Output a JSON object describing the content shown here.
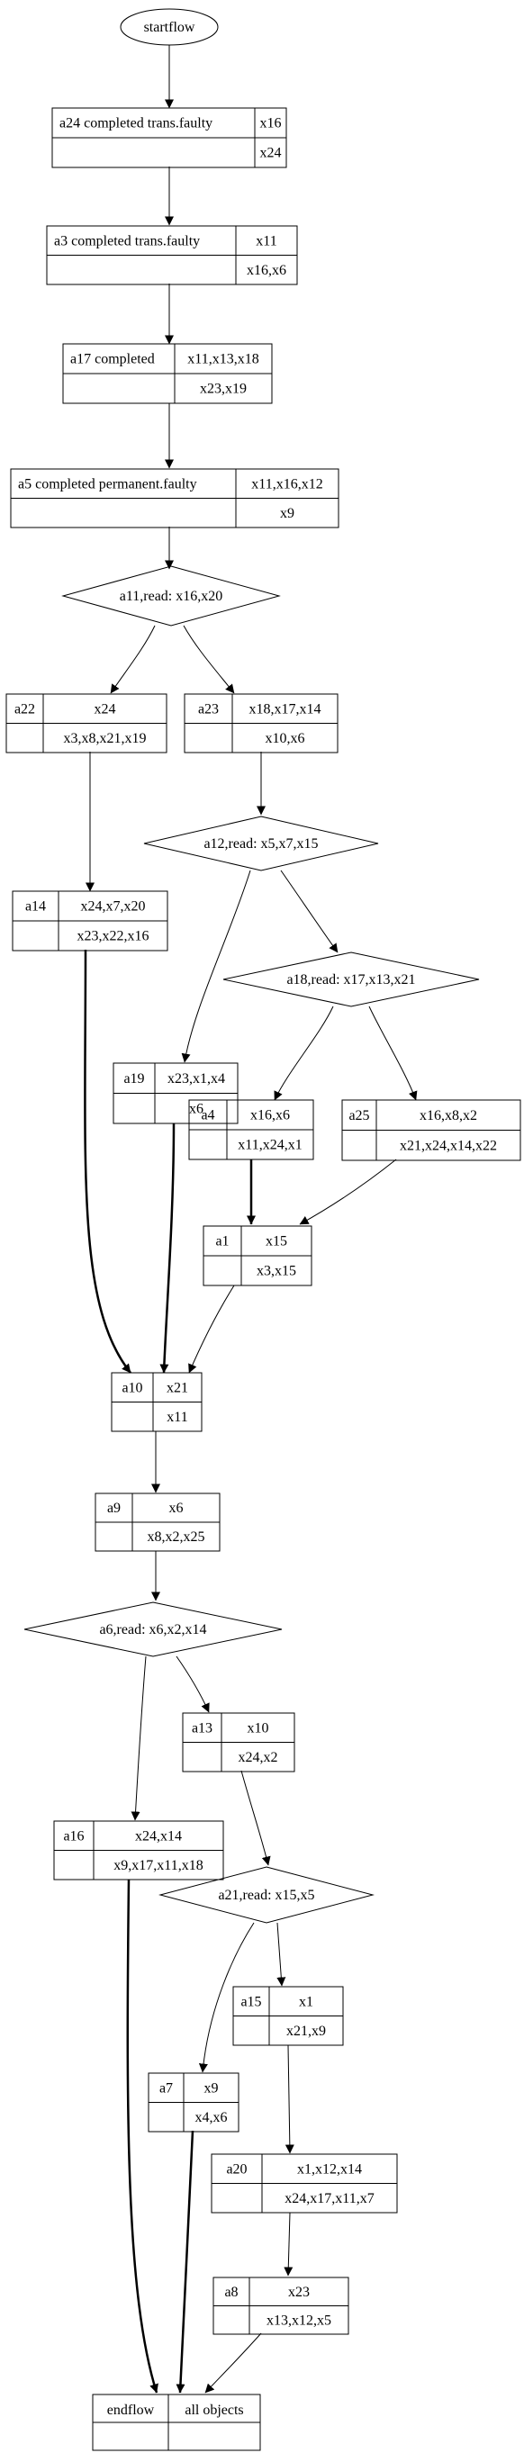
{
  "start": {
    "label": "startflow"
  },
  "end": {
    "label": "endflow",
    "value": "all objects"
  },
  "actions": {
    "a24": {
      "label": "a24 completed trans.faulty",
      "writes": "x16",
      "reads": "x24"
    },
    "a3": {
      "label": "a3 completed trans.faulty",
      "writes": "x11",
      "reads": "x16,x6"
    },
    "a17": {
      "label": "a17 completed",
      "writes": "x11,x13,x18",
      "reads": "x23,x19"
    },
    "a5": {
      "label": "a5 completed permanent.faulty",
      "writes": "x11,x16,x12",
      "reads": "x9"
    },
    "a22": {
      "label": "a22",
      "writes": "x24",
      "reads": "x3,x8,x21,x19"
    },
    "a23": {
      "label": "a23",
      "writes": "x18,x17,x14",
      "reads": "x10,x6"
    },
    "a14": {
      "label": "a14",
      "writes": "x24,x7,x20",
      "reads": "x23,x22,x16"
    },
    "a19": {
      "label": "a19",
      "writes": "x23,x1,x4",
      "reads": "x6"
    },
    "a4": {
      "label": "a4",
      "writes": "x16,x6",
      "reads": "x11,x24,x1"
    },
    "a25": {
      "label": "a25",
      "writes": "x16,x8,x2",
      "reads": "x21,x24,x14,x22"
    },
    "a1": {
      "label": "a1",
      "writes": "x15",
      "reads": "x3,x15"
    },
    "a10": {
      "label": "a10",
      "writes": "x21",
      "reads": "x11"
    },
    "a9": {
      "label": "a9",
      "writes": "x6",
      "reads": "x8,x2,x25"
    },
    "a13": {
      "label": "a13",
      "writes": "x10",
      "reads": "x24,x2"
    },
    "a16": {
      "label": "a16",
      "writes": "x24,x14",
      "reads": "x9,x17,x11,x18"
    },
    "a15": {
      "label": "a15",
      "writes": "x1",
      "reads": "x21,x9"
    },
    "a7": {
      "label": "a7",
      "writes": "x9",
      "reads": "x4,x6"
    },
    "a20": {
      "label": "a20",
      "writes": "x1,x12,x14",
      "reads": "x24,x17,x11,x7"
    },
    "a8": {
      "label": "a8",
      "writes": "x23",
      "reads": "x13,x12,x5"
    }
  },
  "decisions": {
    "a11": {
      "label": "a11,read: x16,x20"
    },
    "a12": {
      "label": "a12,read: x5,x7,x15"
    },
    "a18": {
      "label": "a18,read: x17,x13,x21"
    },
    "a6": {
      "label": "a6,read: x6,x2,x14"
    },
    "a21": {
      "label": "a21,read: x15,x5"
    }
  }
}
